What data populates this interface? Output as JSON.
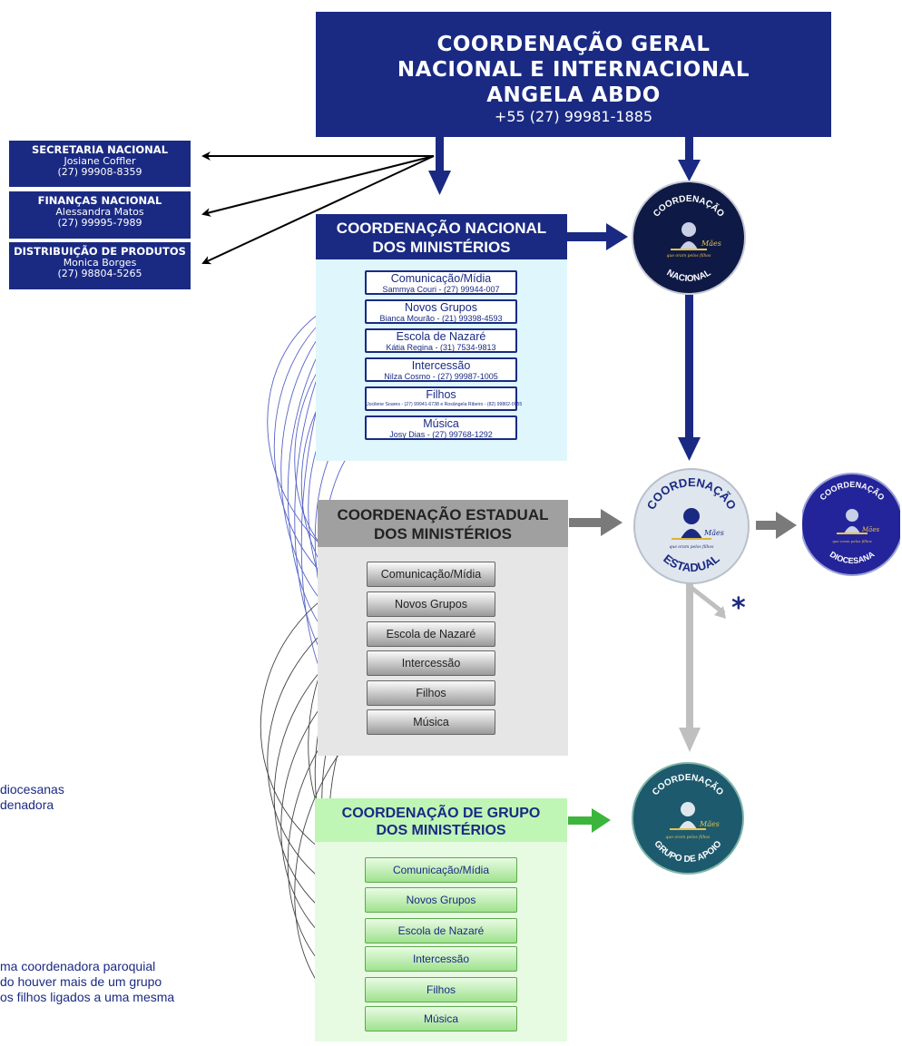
{
  "top": {
    "line1": "COORDENAÇÃO GERAL",
    "line2": "NACIONAL E INTERNACIONAL",
    "line3": "ANGELA ABDO",
    "phone": "+55 (27) 99981-1885"
  },
  "left_boxes": [
    {
      "title": "SECRETARIA NACIONAL",
      "name": "Josiane Coffler",
      "phone": "(27) 99908-8359"
    },
    {
      "title": "FINANÇAS NACIONAL",
      "name": "Alessandra Matos",
      "phone": "(27) 99995-7989"
    },
    {
      "title": "DISTRIBUIÇÃO DE PRODUTOS",
      "name": "Monica Borges",
      "phone": "(27) 98804-5265"
    }
  ],
  "nacional": {
    "line1": "COORDENAÇÃO NACIONAL",
    "line2": "DOS MINISTÉRIOS",
    "items": [
      {
        "label": "Comunicação/Mídia",
        "sub": "Sammya Couri - (27) 99944-007"
      },
      {
        "label": "Novos Grupos",
        "sub": "Bianca Mourão - (21) 99398-4593"
      },
      {
        "label": "Escola de Nazaré",
        "sub": "Kátia Regina - (31) 7534-9813"
      },
      {
        "label": "Intercessão",
        "sub": "Nilza Cosmo - (27) 99987-1005"
      },
      {
        "label": "Filhos",
        "sub": "Jocilene Soares - (27) 99941-6738 e Rosângela Ribeiro - (82) 99802-0955"
      },
      {
        "label": "Música",
        "sub": "Josy Dias - (27) 99768-1292"
      }
    ]
  },
  "estadual": {
    "line1": "COORDENAÇÃO ESTADUAL",
    "line2": "DOS MINISTÉRIOS",
    "items": [
      "Comunicação/Mídia",
      "Novos Grupos",
      "Escola de Nazaré",
      "Intercessão",
      "Filhos",
      "Música"
    ]
  },
  "grupo": {
    "line1": "COORDENAÇÃO DE GRUPO",
    "line2": "DOS MINISTÉRIOS",
    "items": [
      "Comunicação/Mídia",
      "Novos Grupos",
      "Escola de Nazaré",
      "Intercessão",
      "Filhos",
      "Música"
    ]
  },
  "seals": {
    "nacional": {
      "top": "COORDENAÇÃO",
      "bottom": "NACIONAL",
      "slogan": "Mães",
      "tagline": "que oram pelos filhos",
      "color": "#0e1a45"
    },
    "estadual": {
      "top": "COORDENAÇÃO",
      "bottom": "ESTADUAL",
      "slogan": "Mães",
      "tagline": "que oram pelos filhos",
      "color": "#dfe6ee"
    },
    "diocesana": {
      "top": "COORDENAÇÃO",
      "bottom": "DIOCESANA",
      "slogan": "Mães",
      "tagline": "que oram pelos filhos",
      "color": "#24249a"
    },
    "grupo": {
      "top": "COORDENAÇÃO",
      "bottom": "GRUPO DE APOIO",
      "slogan": "Mães",
      "tagline": "que oram pelos filhos",
      "color": "#1d5a6e"
    }
  },
  "star": "*",
  "notes": {
    "note1_line1": "diocesanas",
    "note1_line2": "denadora",
    "note2_line1": "ma coordenadora paroquial",
    "note2_line2": "do houver mais de um grupo",
    "note2_line3": "os filhos ligados a uma mesma"
  },
  "colors": {
    "navy": "#1a2a83",
    "light_blue_panel": "#dff6fc",
    "gray_header": "#a0a0a0",
    "gray_panel": "#e6e6e6",
    "green_header": "#bff5b5",
    "green_panel": "#e6fbe1",
    "gray_arrow": "#7a7a7a",
    "green_arrow": "#3cb53c",
    "light_gray_arrow": "#bfbfbf"
  }
}
